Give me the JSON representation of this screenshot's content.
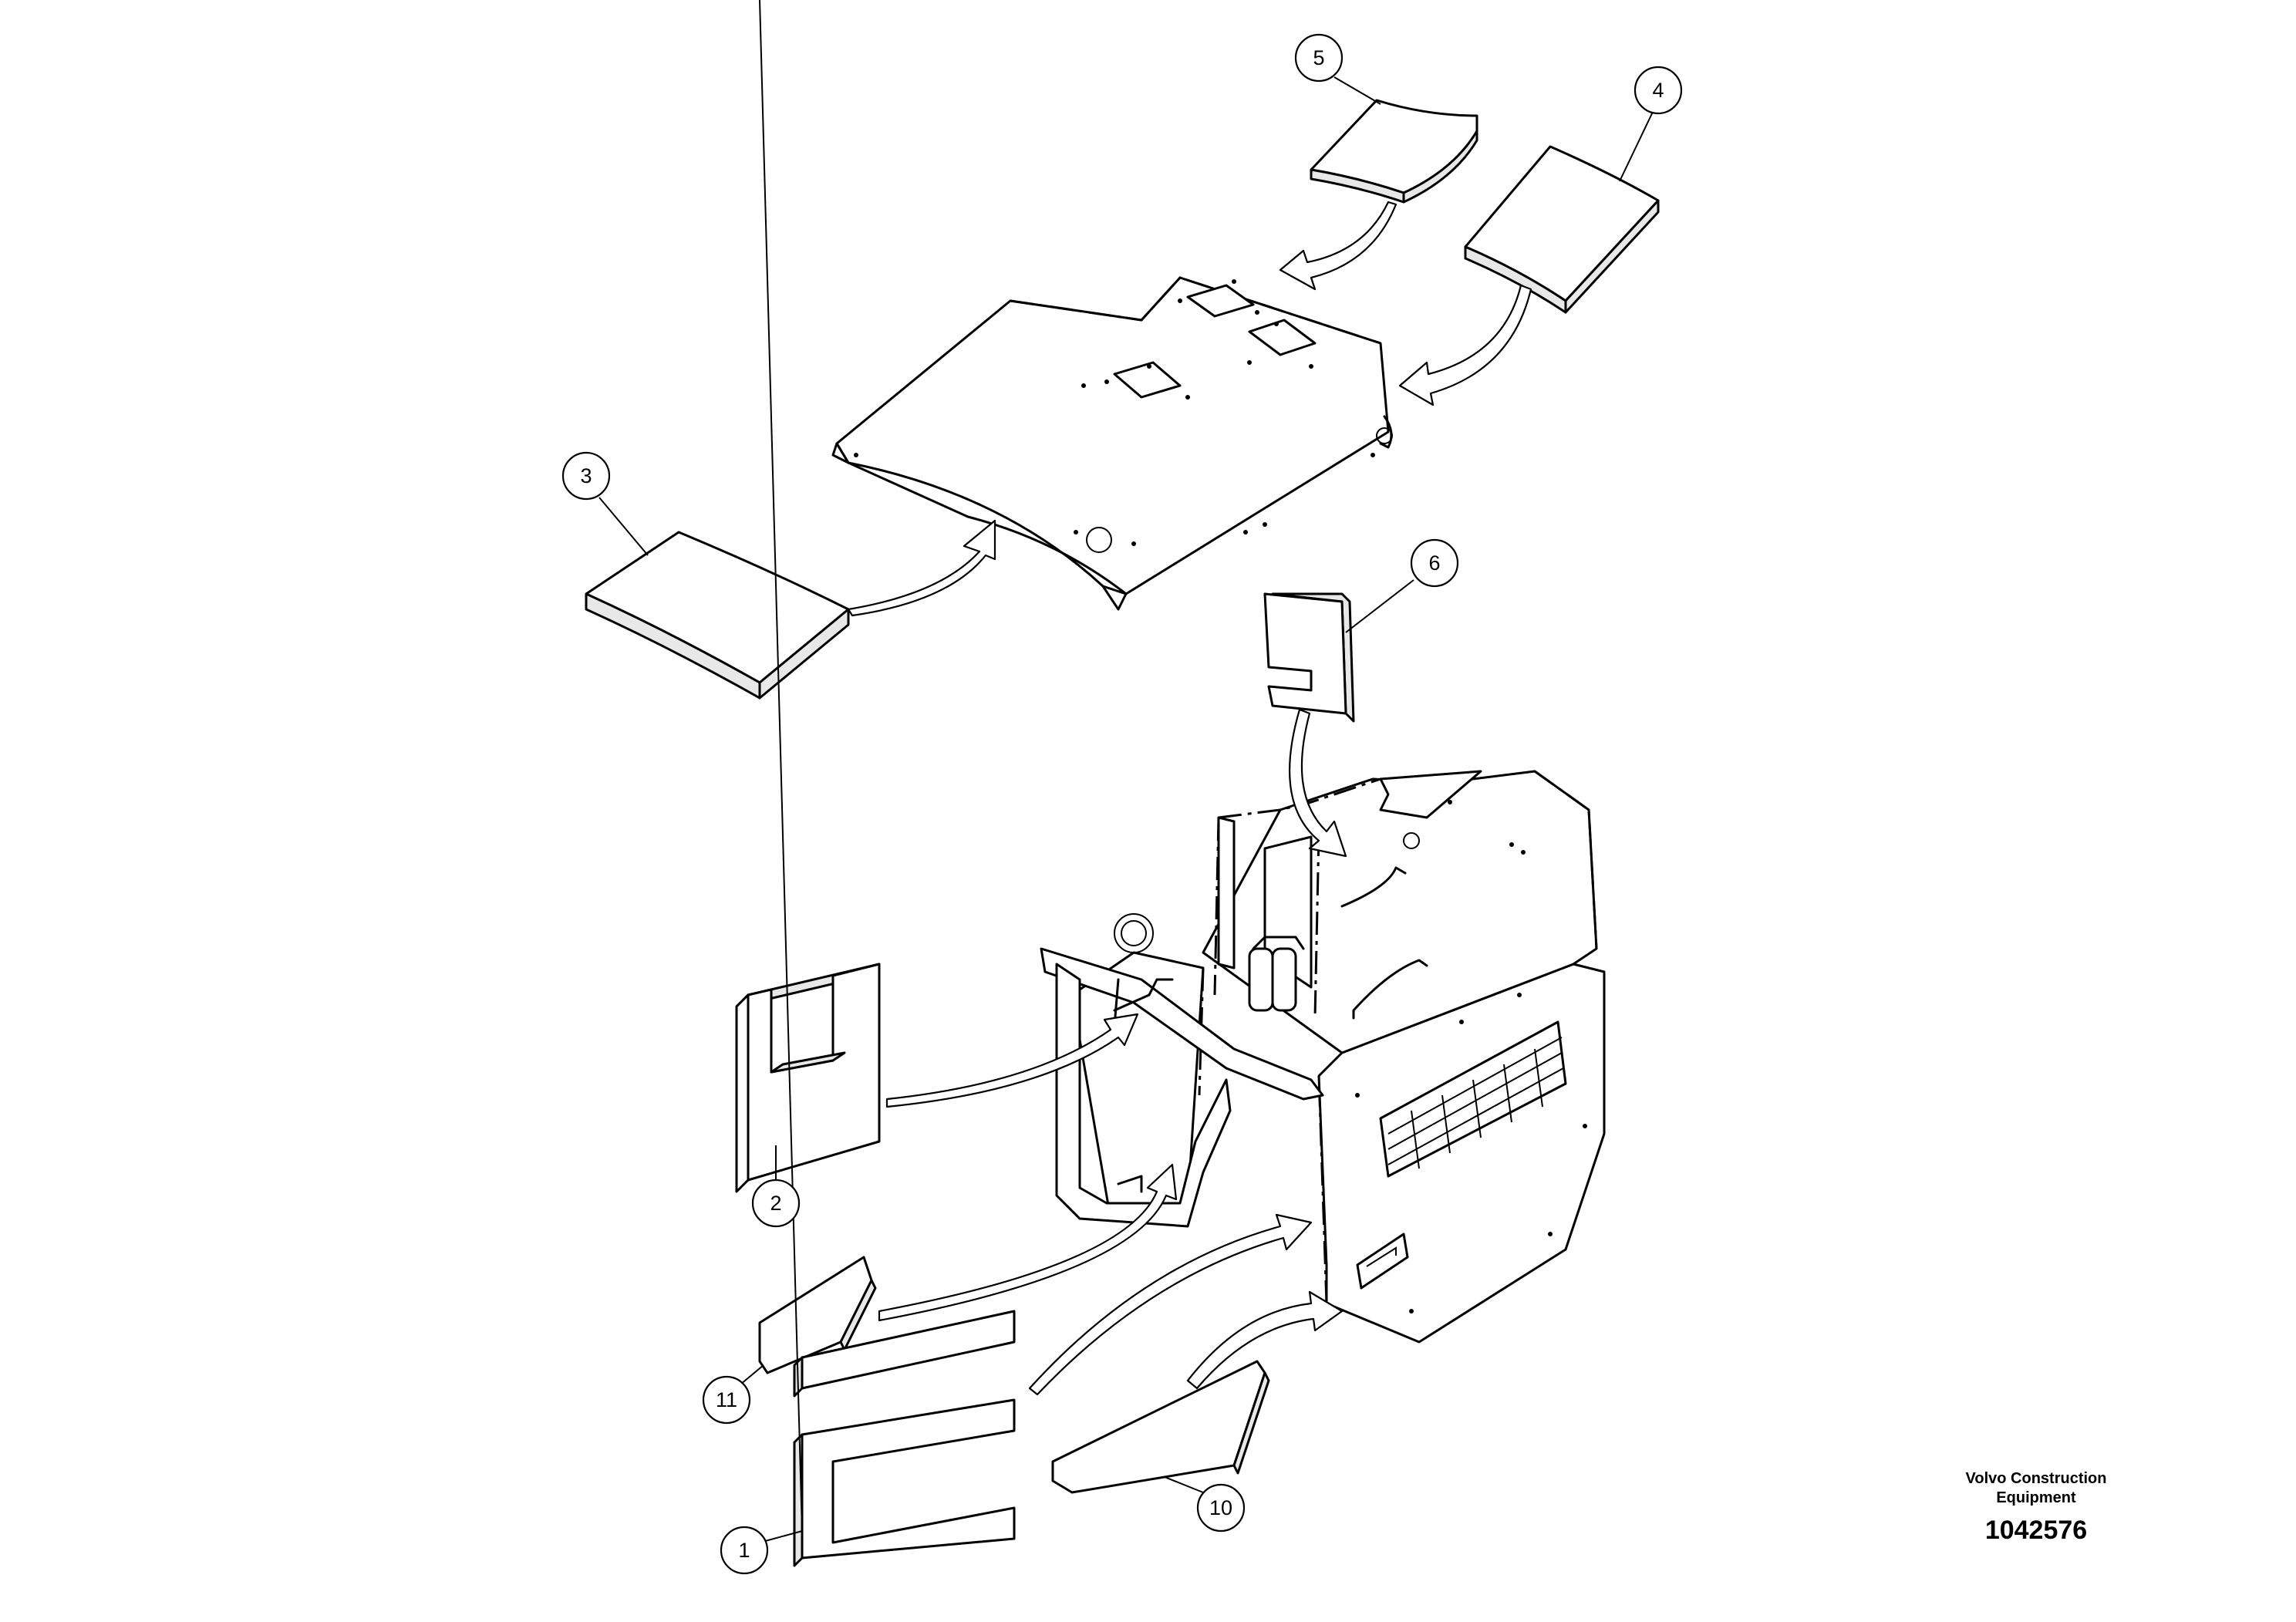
{
  "diagram": {
    "callouts": [
      {
        "id": "1",
        "label": "1"
      },
      {
        "id": "2",
        "label": "2"
      },
      {
        "id": "3",
        "label": "3"
      },
      {
        "id": "4",
        "label": "4"
      },
      {
        "id": "5",
        "label": "5"
      },
      {
        "id": "6",
        "label": "6"
      },
      {
        "id": "10",
        "label": "10"
      },
      {
        "id": "11",
        "label": "11"
      }
    ]
  },
  "caption": {
    "org_line1": "Volvo Construction",
    "org_line2": "Equipment",
    "drawing_number": "1042576"
  }
}
